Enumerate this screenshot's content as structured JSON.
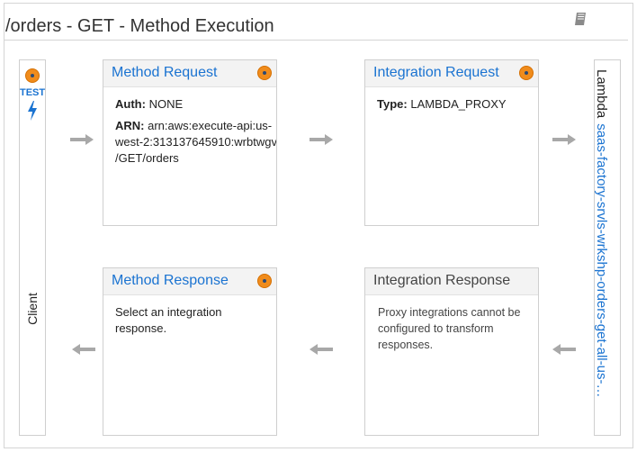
{
  "page": {
    "title": "/orders - GET - Method Execution"
  },
  "icons": {
    "docs": "book-icon",
    "settings": "orange-dot-icon",
    "test": "lightning-bolt-icon",
    "flow": "arrow-icon"
  },
  "colors": {
    "accent": "#1a73d1",
    "orange": "#f08c1c",
    "border": "#cfcfcf",
    "header_bg": "#f3f3f3",
    "arrow": "#a8a8a8"
  },
  "client": {
    "test_label": "TEST",
    "label": "Client"
  },
  "method_request": {
    "title": "Method Request",
    "auth_key": "Auth:",
    "auth_value": "NONE",
    "arn_key": "ARN:",
    "arn_lines": [
      "arn:aws:execute-api:us-",
      "west-2:313137645910:wrbtwgv",
      "/GET/orders"
    ]
  },
  "integration_request": {
    "title": "Integration Request",
    "type_key": "Type:",
    "type_value": "LAMBDA_PROXY"
  },
  "method_response": {
    "title": "Method Response",
    "text": "Select an integration response."
  },
  "integration_response": {
    "title": "Integration Response",
    "text_lines": [
      "Proxy integrations cannot be",
      "configured to transform",
      "responses."
    ]
  },
  "lambda": {
    "label": "Lambda",
    "function_name": "saas-factory-srvls-wrkshp-orders-get-all-us-…"
  }
}
